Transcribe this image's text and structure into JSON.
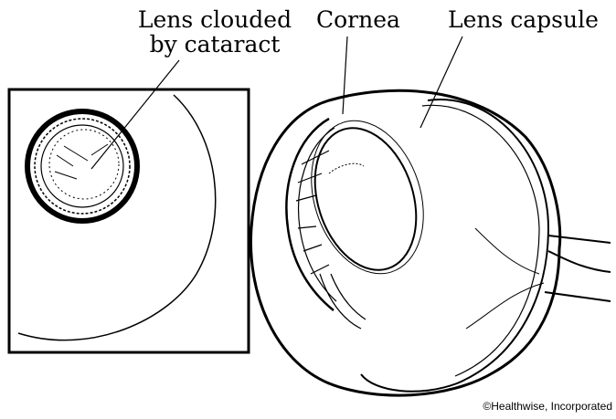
{
  "labels": {
    "lens_clouded_line1": "Lens clouded",
    "lens_clouded_line2": "by cataract",
    "cornea": "Cornea",
    "lens_capsule": "Lens capsule"
  },
  "credit": "©Healthwise, Incorporated",
  "colors": {
    "ink": "#000000",
    "background": "#ffffff"
  }
}
